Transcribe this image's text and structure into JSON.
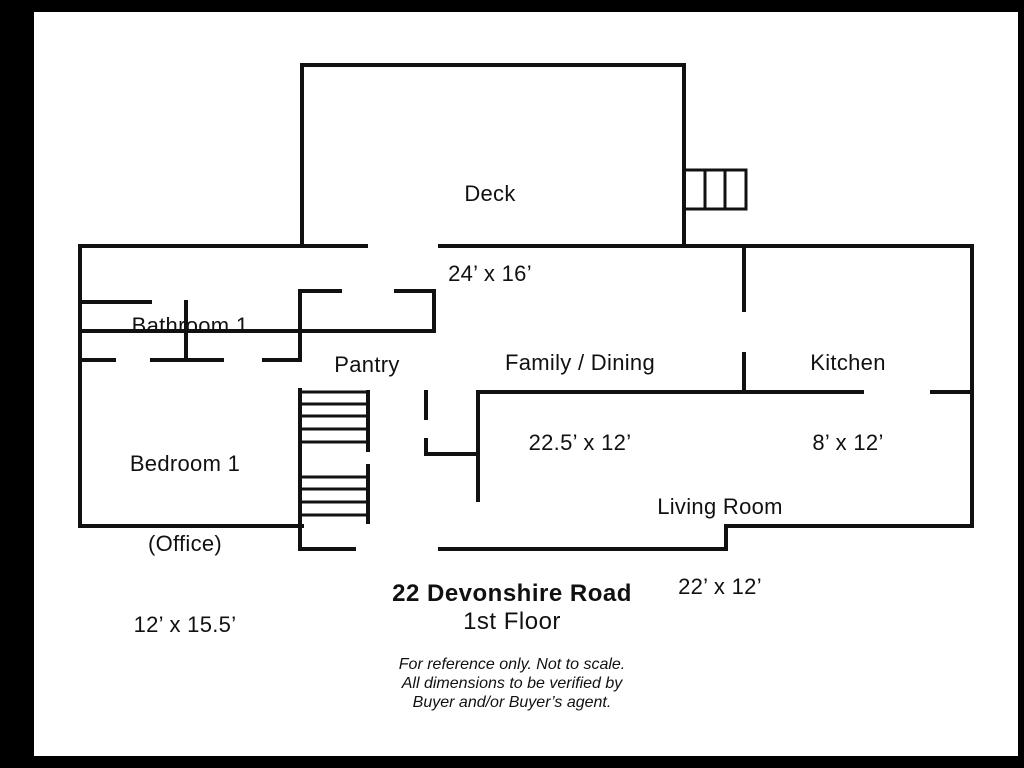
{
  "rooms": {
    "deck": {
      "name": "Deck",
      "size": "24’ x 16’"
    },
    "bathroom": {
      "name": "Bathroom 1"
    },
    "pantry": {
      "name": "Pantry"
    },
    "family_dining": {
      "name": "Family / Dining",
      "size": "22.5’ x 12’"
    },
    "kitchen": {
      "name": "Kitchen",
      "size": "8’ x 12’"
    },
    "bedroom": {
      "name": "Bedroom 1",
      "subname": "(Office)",
      "size": "12’ x 15.5’"
    },
    "living_room": {
      "name": "Living Room",
      "size": "22’ x 12’"
    }
  },
  "address": "22 Devonshire Road",
  "floor": "1st Floor",
  "disclaimer": [
    "For reference only. Not to scale.",
    "All dimensions to be verified by",
    "Buyer and/or Buyer’s agent."
  ]
}
